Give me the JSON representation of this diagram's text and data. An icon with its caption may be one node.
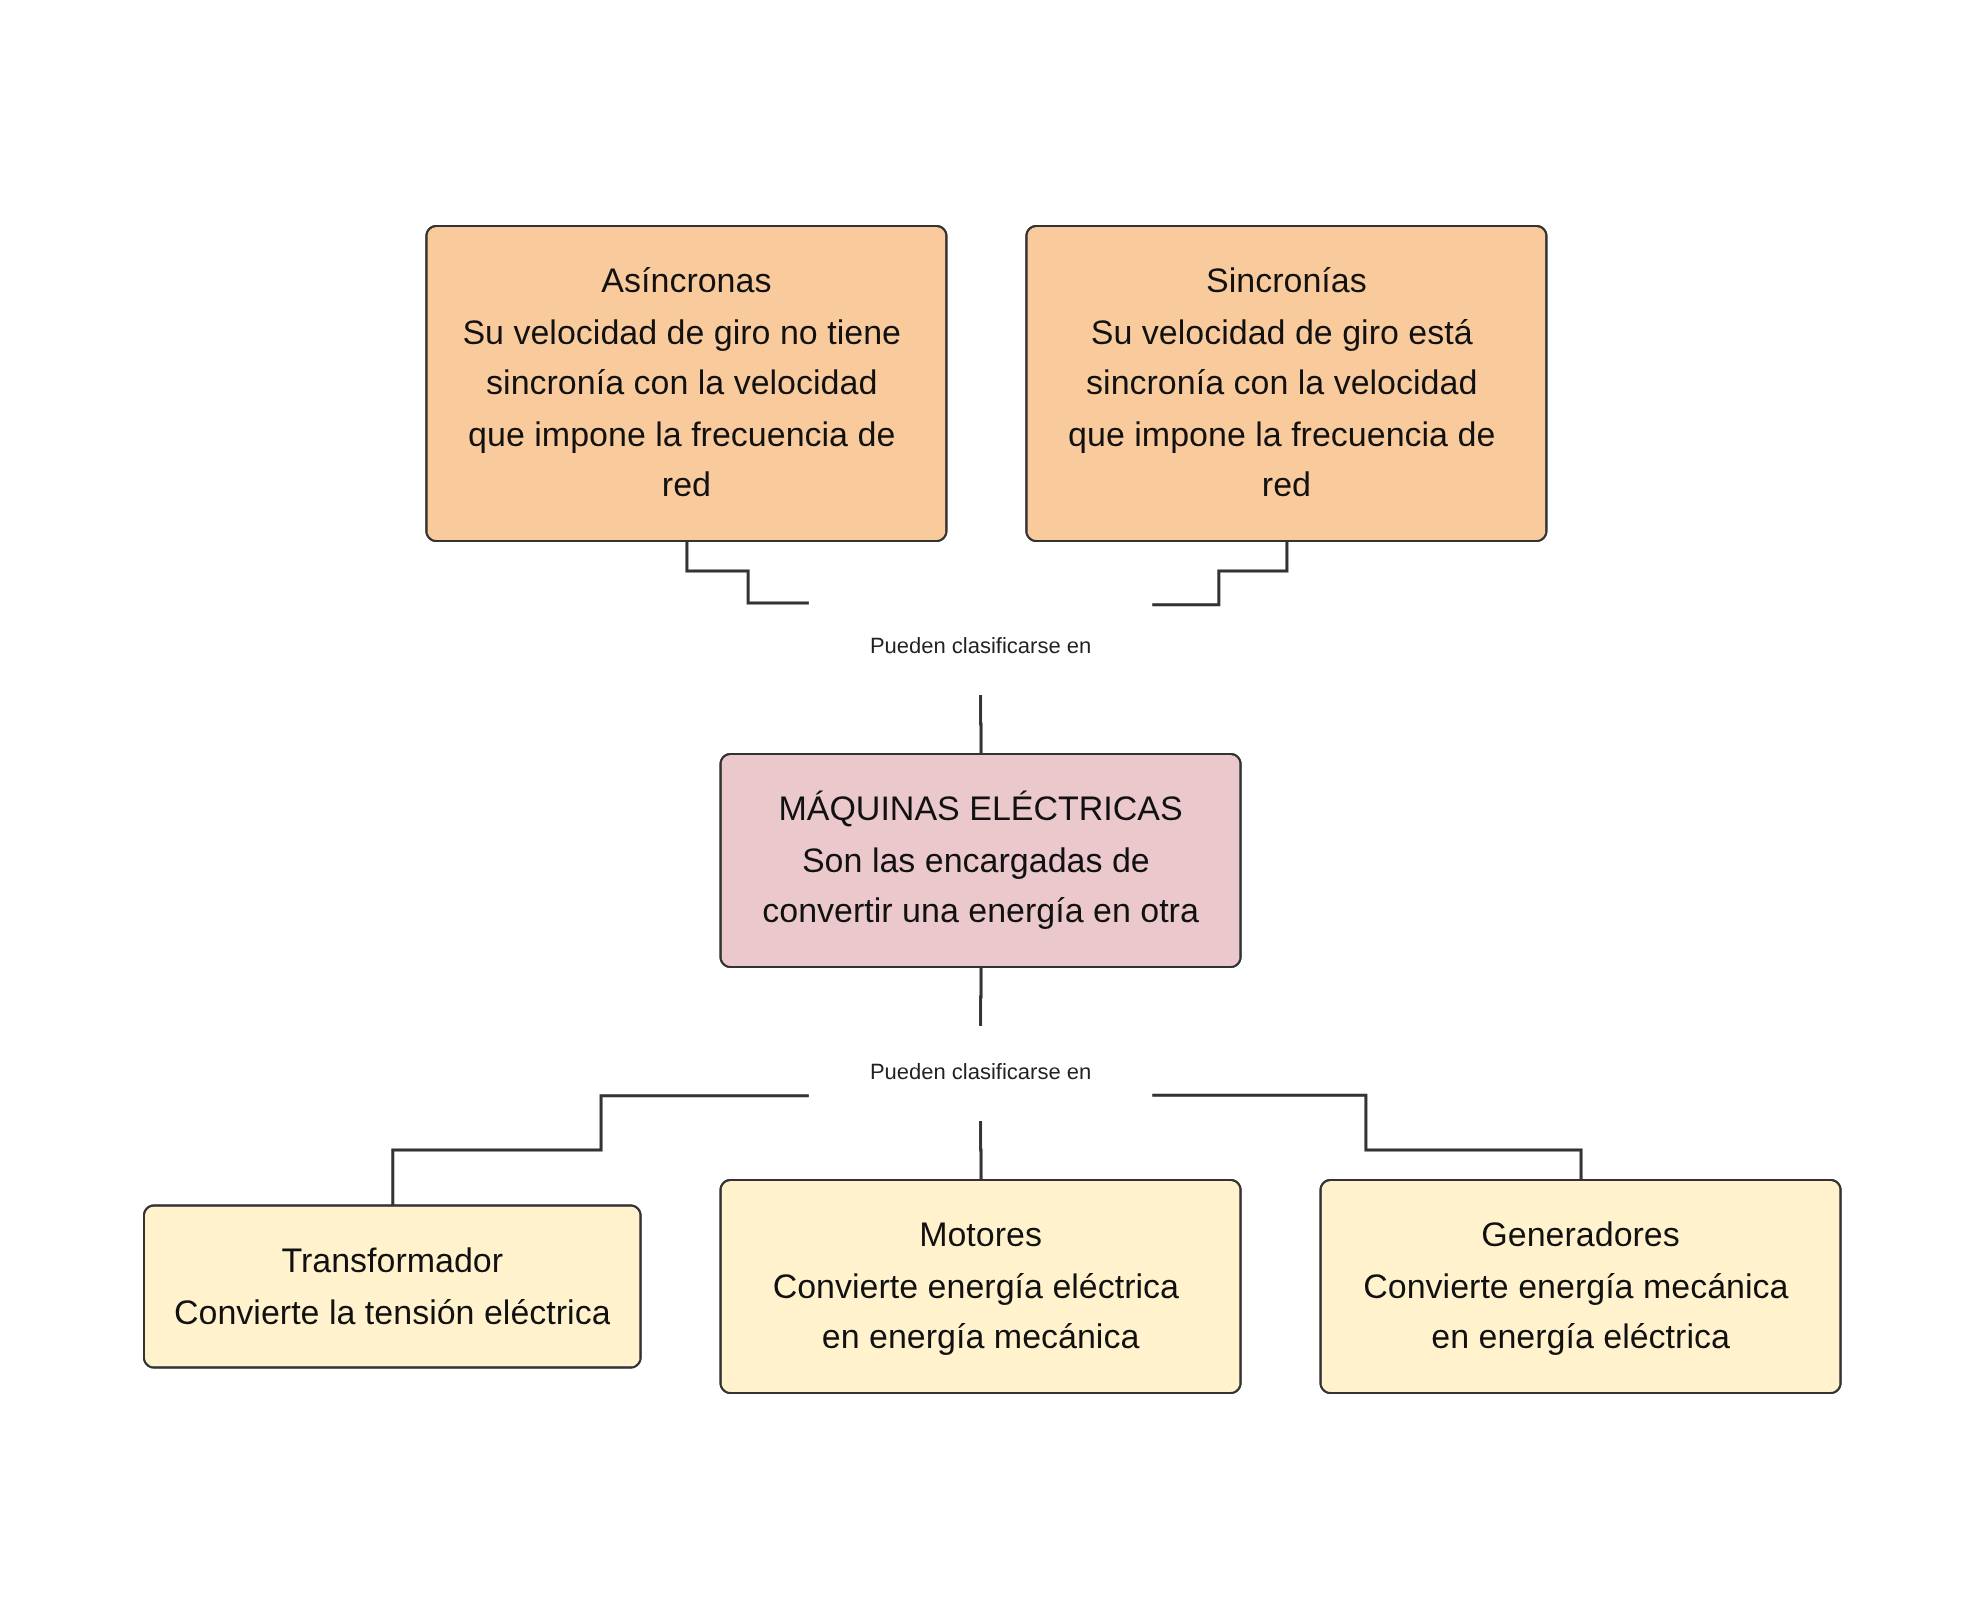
{
  "diagram": {
    "nodes": [
      {
        "text": [
          "Asíncronas",
          "Su velocidad de giro no tiene sincronía con la velocidad que impone la frecuencia de red"
        ]
      },
      {
        "text": [
          "Sincronías",
          "Su velocidad de giro está sincronía con la velocidad que impone la frecuencia de red"
        ]
      },
      {
        "text": [
          "Pueden clasificarse en"
        ]
      },
      {
        "text": [
          "MÁQUINAS ELÉCTRICAS",
          "Son las encargadas de convertir una energía en otra"
        ]
      },
      {
        "text": [
          "Pueden clasificarse en"
        ]
      },
      {
        "text": [
          "Transformador",
          "Convierte la tensión eléctrica"
        ]
      },
      {
        "text": [
          "Motores",
          "Convierte energía eléctrica en energía mecánica"
        ]
      },
      {
        "text": [
          "Generadores",
          "Convierte energía mecánica en energía eléctrica"
        ]
      }
    ],
    "edges": [
      {
        "from": 0,
        "to": 2,
        "arrow": "none"
      },
      {
        "from": 1,
        "to": 2,
        "arrow": "none"
      },
      {
        "from": 2,
        "to": 3,
        "arrow": "none"
      },
      {
        "from": 3,
        "to": 4,
        "arrow": "none"
      },
      {
        "from": 4,
        "to": 5,
        "arrow": "none"
      },
      {
        "from": 4,
        "to": 6,
        "arrow": "none"
      },
      {
        "from": 4,
        "to": 7,
        "arrow": "none"
      }
    ]
  }
}
